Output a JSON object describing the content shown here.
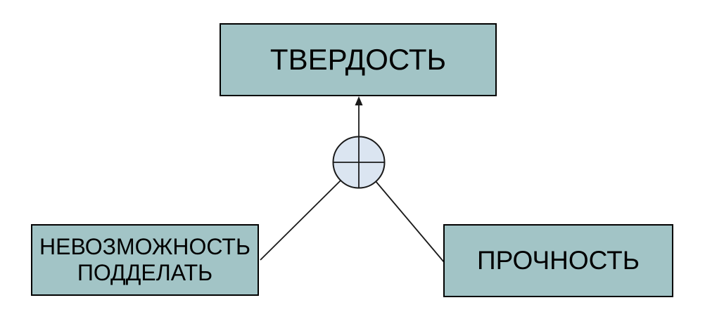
{
  "diagram": {
    "nodes": {
      "top": {
        "label": "ТВЕРДОСТЬ"
      },
      "left": {
        "lines": [
          "НЕВОЗМОЖНОСТЬ",
          "ПОДДЕЛАТЬ"
        ]
      },
      "right": {
        "label": "ПРОЧНОСТЬ"
      }
    },
    "junction": {
      "symbol": "circle-plus"
    }
  },
  "colors": {
    "node_fill": "#a2c4c6",
    "node_border": "#000000",
    "junction_fill": "#dbe5f1",
    "line_color": "#1a1a1a",
    "text_color": "#000000",
    "background": "#ffffff"
  }
}
